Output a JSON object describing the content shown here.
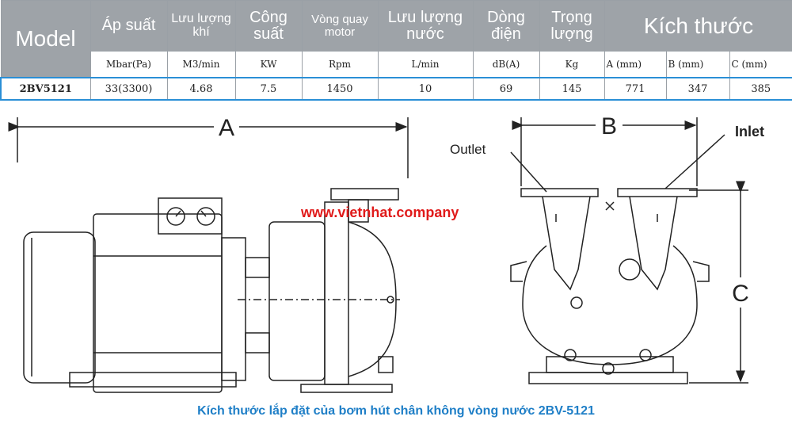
{
  "table": {
    "headers": [
      {
        "lines": [
          "Model"
        ]
      },
      {
        "lines": [
          "Áp suất"
        ]
      },
      {
        "lines": [
          "Lưu lượng",
          "khí"
        ]
      },
      {
        "lines": [
          "Công",
          "suất"
        ]
      },
      {
        "lines": [
          "Vòng quay",
          "motor"
        ]
      },
      {
        "lines": [
          "Lưu lượng",
          "nước"
        ]
      },
      {
        "lines": [
          "Dòng",
          "điện"
        ]
      },
      {
        "lines": [
          "Trọng",
          "lượng"
        ]
      },
      {
        "lines": [
          "Kích thước"
        ]
      }
    ],
    "units": [
      "Mbar(Pa)",
      "M3/min",
      "KW",
      "Rpm",
      "L/min",
      "dB(A)",
      "Kg",
      "A (mm)",
      "B (mm)",
      "C (mm)"
    ],
    "row": [
      "2BV5121",
      "33(3300)",
      "4.68",
      "7.5",
      "1450",
      "10",
      "69",
      "145",
      "771",
      "347",
      "385"
    ]
  },
  "drawing": {
    "dim_a": "A",
    "dim_b": "B",
    "dim_c": "C",
    "outlet": "Outlet",
    "inlet": "Inlet"
  },
  "watermark": "www.vietnhat.company",
  "caption": "Kích thước lắp đặt của bơm hút chân không vòng nước 2BV-5121",
  "colors": {
    "header_bg": "#9ea3a8",
    "highlight_border": "#2a8fd6",
    "caption": "#1f7fc7",
    "watermark": "#e01a1a"
  }
}
